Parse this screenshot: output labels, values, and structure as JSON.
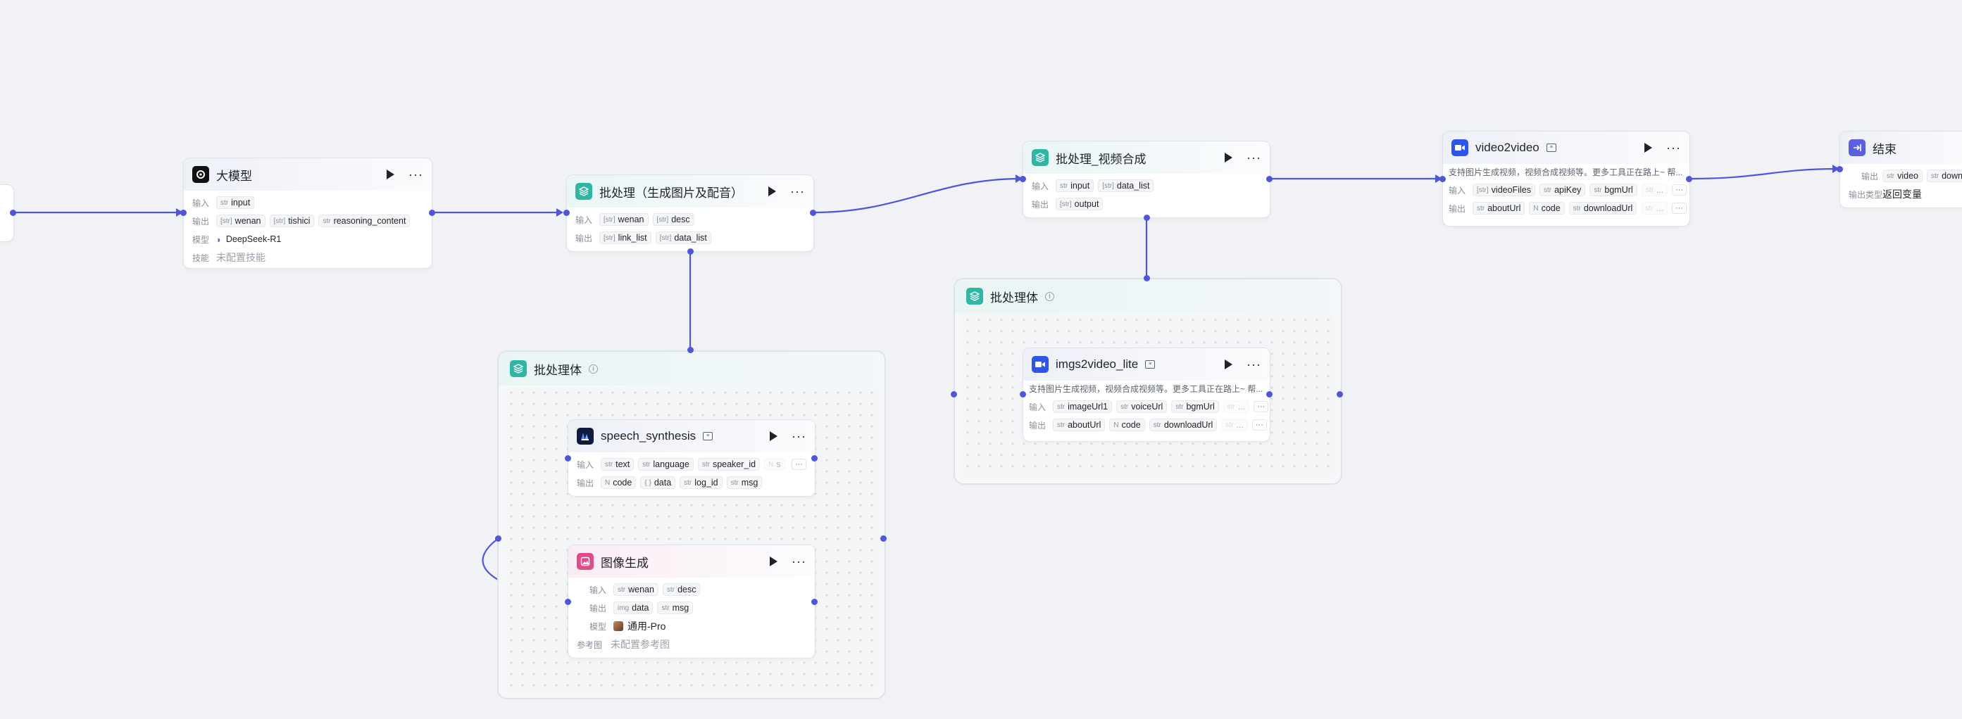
{
  "colors": {
    "wire": "#4f57d8",
    "canvas": "#f1f2f5",
    "accent_blue": "#2f55e8",
    "teal": "#2fb6a5",
    "pink": "#e14a8b"
  },
  "nodes": {
    "llm": {
      "title": "大模型",
      "input_label": "输入",
      "output_label": "输出",
      "model_label": "模型",
      "skill_label": "技能",
      "inputs": [
        {
          "type": "str",
          "name": "input"
        }
      ],
      "outputs": [
        {
          "type": "[str]",
          "name": "wenan"
        },
        {
          "type": "[str]",
          "name": "tishici"
        },
        {
          "type": "str",
          "name": "reasoning_content"
        }
      ],
      "model": "DeepSeek-R1",
      "skill": "未配置技能"
    },
    "batch1": {
      "title": "批处理（生成图片及配音）",
      "input_label": "输入",
      "output_label": "输出",
      "inputs": [
        {
          "type": "[str]",
          "name": "wenan"
        },
        {
          "type": "[str]",
          "name": "desc"
        }
      ],
      "outputs": [
        {
          "type": "[str]",
          "name": "link_list"
        },
        {
          "type": "[str]",
          "name": "data_list"
        }
      ]
    },
    "batch_video": {
      "title": "批处理_视频合成",
      "input_label": "输入",
      "output_label": "输出",
      "inputs": [
        {
          "type": "str",
          "name": "input"
        },
        {
          "type": "[str]",
          "name": "data_list"
        }
      ],
      "outputs": [
        {
          "type": "[str]",
          "name": "output"
        }
      ]
    },
    "video2video": {
      "title": "video2video",
      "desc": "支持图片生成视频，视频合成视频等。更多工具正在路上~ 帮...",
      "input_label": "输入",
      "output_label": "输出",
      "inputs": [
        {
          "type": "[str]",
          "name": "videoFiles"
        },
        {
          "type": "str",
          "name": "apiKey"
        },
        {
          "type": "str",
          "name": "bgmUrl"
        },
        {
          "type": "str",
          "name": "..."
        }
      ],
      "outputs": [
        {
          "type": "str",
          "name": "aboutUrl"
        },
        {
          "type": "N",
          "name": "code"
        },
        {
          "type": "str",
          "name": "downloadUrl"
        },
        {
          "type": "str",
          "name": "..."
        }
      ],
      "more": "···"
    },
    "end": {
      "title": "结束",
      "output_label": "输出",
      "outputs": [
        {
          "type": "str",
          "name": "video"
        },
        {
          "type": "str",
          "name": "down"
        }
      ],
      "output_type_label": "输出类型",
      "output_type": "返回变量"
    },
    "speech": {
      "title": "speech_synthesis",
      "input_label": "输入",
      "output_label": "输出",
      "inputs": [
        {
          "type": "str",
          "name": "text"
        },
        {
          "type": "str",
          "name": "language"
        },
        {
          "type": "str",
          "name": "speaker_id"
        },
        {
          "type": "N",
          "name": "s"
        }
      ],
      "outputs": [
        {
          "type": "N",
          "name": "code"
        },
        {
          "type": "{ }",
          "name": "data"
        },
        {
          "type": "str",
          "name": "log_id"
        },
        {
          "type": "str",
          "name": "msg"
        }
      ],
      "more": "···"
    },
    "image": {
      "title": "图像生成",
      "input_label": "输入",
      "output_label": "输出",
      "model_label": "模型",
      "ref_label": "参考图",
      "inputs": [
        {
          "type": "str",
          "name": "wenan"
        },
        {
          "type": "str",
          "name": "desc"
        }
      ],
      "outputs": [
        {
          "type": "img",
          "name": "data"
        },
        {
          "type": "str",
          "name": "msg"
        }
      ],
      "model": "通用-Pro",
      "ref": "未配置参考图"
    },
    "imgs2video": {
      "title": "imgs2video_lite",
      "desc": "支持图片生成视频，视频合成视频等。更多工具正在路上~ 帮...",
      "input_label": "输入",
      "output_label": "输出",
      "inputs": [
        {
          "type": "str",
          "name": "imageUrl1"
        },
        {
          "type": "str",
          "name": "voiceUrl"
        },
        {
          "type": "str",
          "name": "bgmUrl"
        },
        {
          "type": "str",
          "name": "..."
        }
      ],
      "outputs": [
        {
          "type": "str",
          "name": "aboutUrl"
        },
        {
          "type": "N",
          "name": "code"
        },
        {
          "type": "str",
          "name": "downloadUrl"
        },
        {
          "type": "str",
          "name": "..."
        }
      ],
      "more": "···"
    }
  },
  "groups": {
    "left": {
      "title": "批处理体"
    },
    "right": {
      "title": "批处理体"
    }
  },
  "ui": {
    "play": "run",
    "more": "···"
  }
}
